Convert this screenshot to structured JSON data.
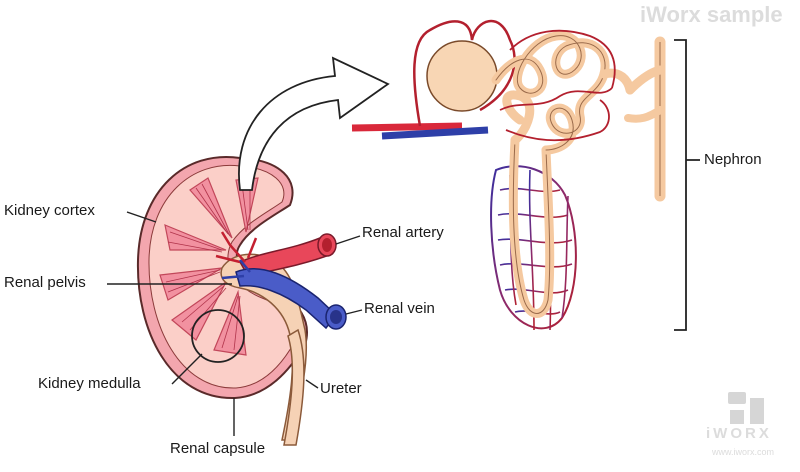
{
  "labels": {
    "kidney_cortex": "Kidney cortex",
    "renal_pelvis": "Renal pelvis",
    "kidney_medulla": "Kidney medulla",
    "renal_capsule": "Renal capsule",
    "renal_artery": "Renal artery",
    "renal_vein": "Renal vein",
    "ureter": "Ureter",
    "nephron": "Nephron"
  },
  "watermark": {
    "top": "iWorx sample",
    "logo_text": "iWORX",
    "url": "www.iworx.com"
  },
  "colors": {
    "kidney_fill": "#f7b9bf",
    "cortex_fill": "#fbd0c9",
    "tubule": "#f5c9a0",
    "artery": "#d9283a",
    "vein": "#2e3fa8",
    "outline": "#5a2a2a"
  }
}
